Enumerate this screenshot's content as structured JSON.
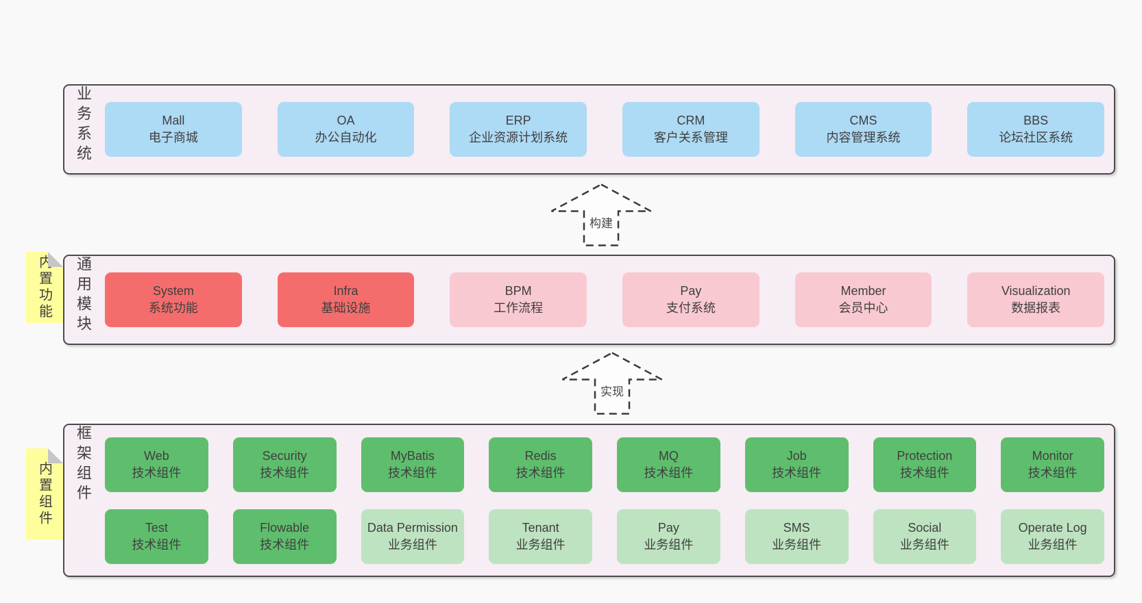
{
  "colors": {
    "page_bg": "#f9f9f9",
    "band_bg": "#f7edf5",
    "band_border": "#4b4b4b",
    "blue": "#addaf4",
    "red": "#f56c6c",
    "pink": "#f9c9d1",
    "green": "#5fbe6d",
    "green_light": "#bee3c1",
    "sticky_yellow": "#feff9c",
    "sticky_fold": "#c6c6c6",
    "arrow_fill": "#fdfdfd",
    "text": "#3f3f3f"
  },
  "band_business": {
    "label": "业务系统",
    "boxes": [
      {
        "name": "Mall",
        "desc": "电子商城"
      },
      {
        "name": "OA",
        "desc": "办公自动化"
      },
      {
        "name": "ERP",
        "desc": "企业资源计划系统"
      },
      {
        "name": "CRM",
        "desc": "客户关系管理"
      },
      {
        "name": "CMS",
        "desc": "内容管理系统"
      },
      {
        "name": "BBS",
        "desc": "论坛社区系统"
      }
    ]
  },
  "arrow_build": {
    "label": "构建"
  },
  "band_modules": {
    "label": "通用模块",
    "sticky": "内置功能",
    "boxes": [
      {
        "name": "System",
        "desc": "系统功能",
        "color": "red"
      },
      {
        "name": "Infra",
        "desc": "基础设施",
        "color": "red"
      },
      {
        "name": "BPM",
        "desc": "工作流程",
        "color": "pink"
      },
      {
        "name": "Pay",
        "desc": "支付系统",
        "color": "pink"
      },
      {
        "name": "Member",
        "desc": "会员中心",
        "color": "pink"
      },
      {
        "name": "Visualization",
        "desc": "数据报表",
        "color": "pink"
      }
    ]
  },
  "arrow_implement": {
    "label": "实现"
  },
  "band_components": {
    "label": "框架组件",
    "sticky": "内置组件",
    "row1": [
      {
        "name": "Web",
        "desc": "技术组件",
        "color": "green"
      },
      {
        "name": "Security",
        "desc": "技术组件",
        "color": "green"
      },
      {
        "name": "MyBatis",
        "desc": "技术组件",
        "color": "green"
      },
      {
        "name": "Redis",
        "desc": "技术组件",
        "color": "green"
      },
      {
        "name": "MQ",
        "desc": "技术组件",
        "color": "green"
      },
      {
        "name": "Job",
        "desc": "技术组件",
        "color": "green"
      },
      {
        "name": "Protection",
        "desc": "技术组件",
        "color": "green"
      },
      {
        "name": "Monitor",
        "desc": "技术组件",
        "color": "green"
      }
    ],
    "row2": [
      {
        "name": "Test",
        "desc": "技术组件",
        "color": "green"
      },
      {
        "name": "Flowable",
        "desc": "技术组件",
        "color": "green"
      },
      {
        "name": "Data Permission",
        "desc": "业务组件",
        "color": "green_light"
      },
      {
        "name": "Tenant",
        "desc": "业务组件",
        "color": "green_light"
      },
      {
        "name": "Pay",
        "desc": "业务组件",
        "color": "green_light"
      },
      {
        "name": "SMS",
        "desc": "业务组件",
        "color": "green_light"
      },
      {
        "name": "Social",
        "desc": "业务组件",
        "color": "green_light"
      },
      {
        "name": "Operate Log",
        "desc": "业务组件",
        "color": "green_light"
      }
    ]
  }
}
